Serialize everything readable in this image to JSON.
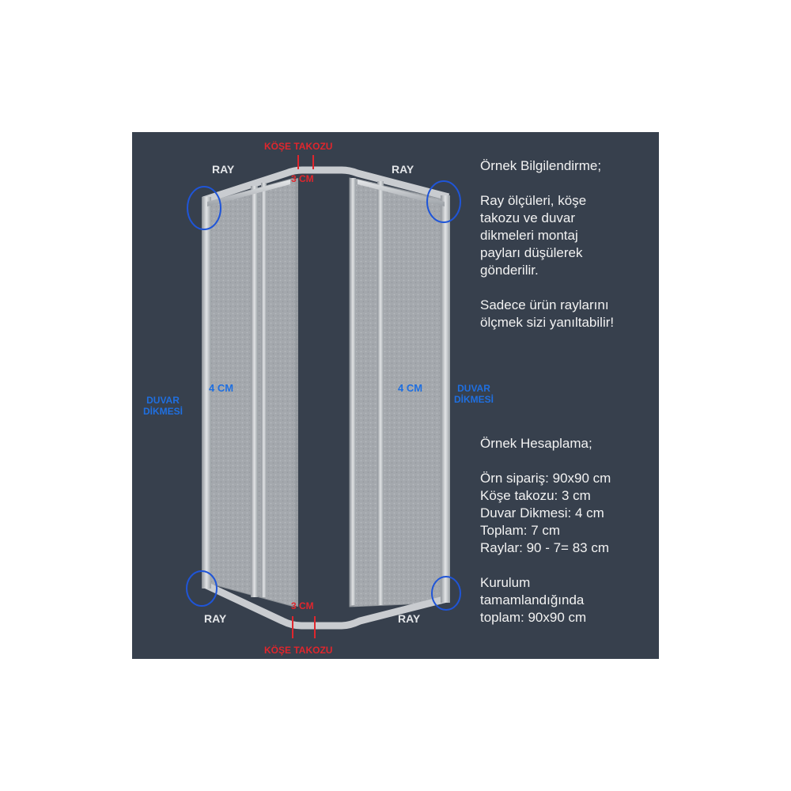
{
  "labels": {
    "ray_top_left": "RAY",
    "ray_top_right": "RAY",
    "ray_bottom_left": "RAY",
    "ray_bottom_right": "RAY",
    "kose_top": "KÖŞE TAKOZU",
    "kose_bottom": "KÖŞE TAKOZU",
    "cm3_top": "3 CM",
    "cm3_bottom": "3 CM",
    "cm4_left": "4 CM",
    "cm4_right": "4 CM",
    "duvar_left_1": "DUVAR",
    "duvar_left_2": "DİKMESİ",
    "duvar_right_1": "DUVAR",
    "duvar_right_2": "DİKMESİ"
  },
  "info": {
    "heading1": "Örnek Bilgilendirme;",
    "para1": [
      "Ray ölçüleri, köşe",
      "takozu ve duvar",
      "dikmeleri montaj",
      "payları düşülerek",
      "gönderilir."
    ],
    "para2": [
      "Sadece ürün raylarını",
      "ölçmek sizi yanıltabilir!"
    ],
    "heading2": "Örnek Hesaplama;",
    "calc": [
      "Örn sipariş: 90x90 cm",
      "Köşe takozu: 3 cm",
      "Duvar Dikmesi: 4 cm",
      "Toplam: 7 cm",
      "Raylar: 90 - 7= 83 cm"
    ],
    "para3": [
      "Kurulum",
      "tamamlandığında",
      "toplam: 90x90 cm"
    ]
  },
  "colors": {
    "panel_bg": "#37404d",
    "frame": "#c9ccd0",
    "glass": "#a7abb0",
    "red_label": "#e0262d",
    "blue_label": "#1f6fe0",
    "info_text": "#f2f2f2"
  }
}
